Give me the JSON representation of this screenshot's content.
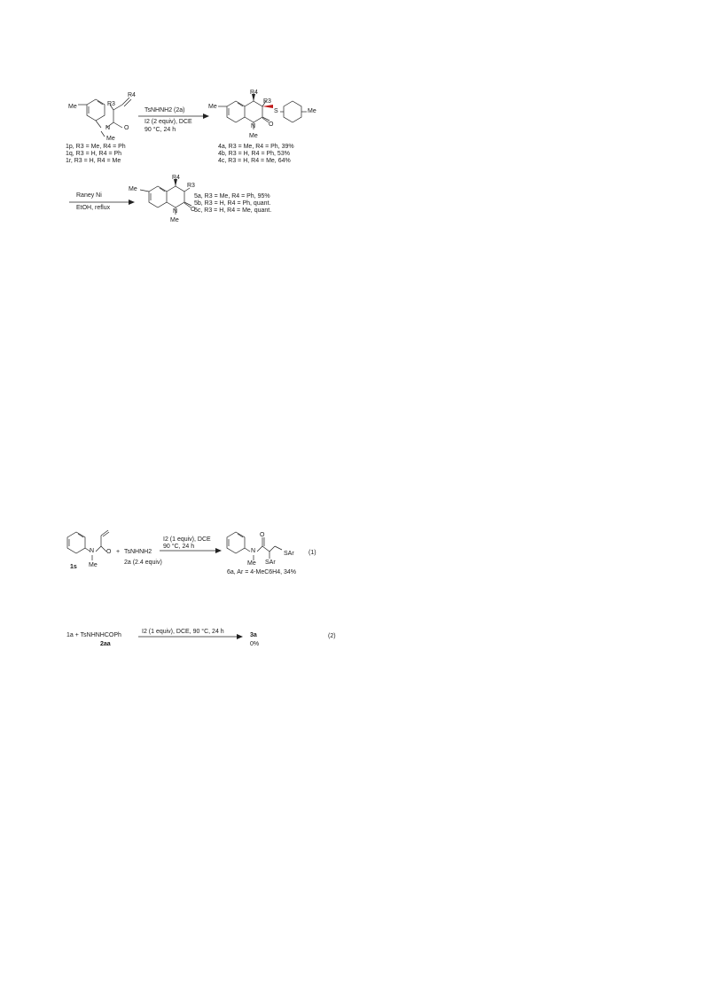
{
  "scheme1": {
    "sm": {
      "me": "Me",
      "r3": "R3",
      "r4": "R4",
      "n": "N",
      "o": "O",
      "nme": "Me"
    },
    "sm_list": [
      "1p, R3 = Me, R4 = Ph",
      "1q, R3 = H, R4 = Ph",
      "1r, R3 = H, R4 = Me"
    ],
    "conditions1": [
      "TsNHNH2 (2a)",
      "I2 (2 equiv), DCE",
      "90 °C, 24 h"
    ],
    "prod4": {
      "me": "Me",
      "r4": "R4",
      "r3": "R3",
      "s": "S",
      "me2": "Me",
      "n": "N",
      "o": "O",
      "nme": "Me"
    },
    "prod4_list": [
      "4a, R3 = Me, R4 = Ph, 39%",
      "4b, R3 = H, R4 = Ph, 53%",
      "4c, R3 = H, R4 = Me, 64%"
    ],
    "conditions2": [
      "Raney Ni",
      "EtOH, reflux"
    ],
    "prod5": {
      "me": "Me",
      "r4": "R4",
      "r3": "R3",
      "n": "N",
      "o": "O",
      "nme": "Me"
    },
    "prod5_list": [
      "5a, R3 = Me, R4 = Ph, 95%",
      "5b, R3 = H, R4 = Ph, quant.",
      "5c, R3 = H, R4 = Me, quant."
    ]
  },
  "eq1": {
    "sm_label": "1s",
    "sm_n": "N",
    "sm_me": "Me",
    "sm_o": "O",
    "plus": "+",
    "reagent": "TsNHNH2",
    "reagent_sub": "2a (2.4 equiv)",
    "conditions": [
      "I2 (1 equiv), DCE",
      "90 °C, 24 h"
    ],
    "prod_n": "N",
    "prod_me": "Me",
    "prod_o": "O",
    "prod_sar1": "SAr",
    "prod_sar2": "SAr",
    "prod_label": "6a, Ar = 4-MeC6H4, 34%",
    "number": "(1)"
  },
  "eq2": {
    "lhs": "1a + TsNHNHCOPh",
    "lhs_label": "2aa",
    "conditions": "I2 (1 equiv), DCE, 90 °C, 24 h",
    "product": "3a",
    "yield": "0%",
    "number": "(2)"
  }
}
